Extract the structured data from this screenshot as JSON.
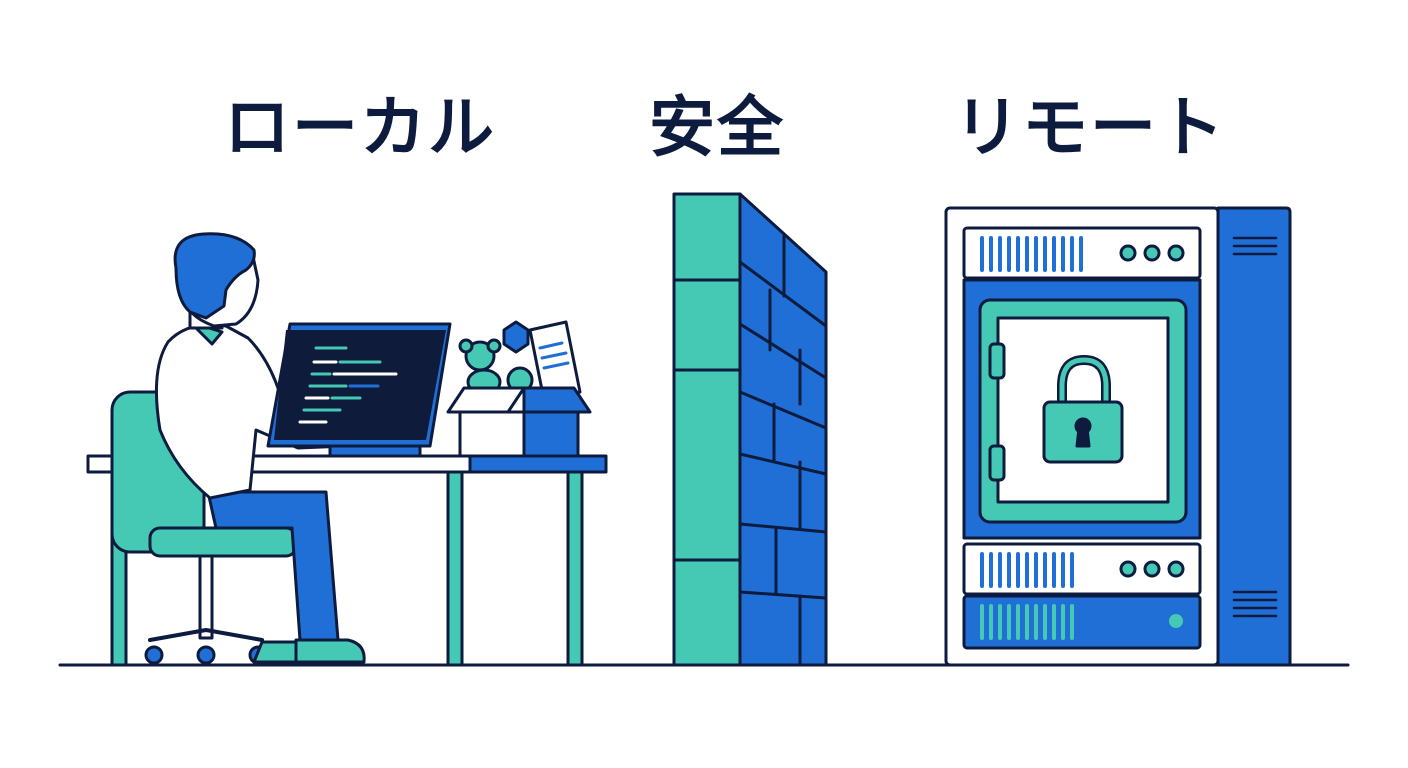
{
  "labels": {
    "local": "ローカル",
    "safe": "安全",
    "remote": "リモート"
  },
  "colors": {
    "navy": "#0d1b3e",
    "blue": "#1f6fd6",
    "teal": "#45c8b4",
    "screen": "#0e1b3a",
    "white": "#ffffff"
  },
  "icons": {
    "person": "person-at-desk-icon",
    "monitor": "code-monitor-icon",
    "box": "open-box-icon",
    "wall": "brick-firewall-icon",
    "server": "server-rack-icon",
    "lock": "padlock-icon"
  }
}
